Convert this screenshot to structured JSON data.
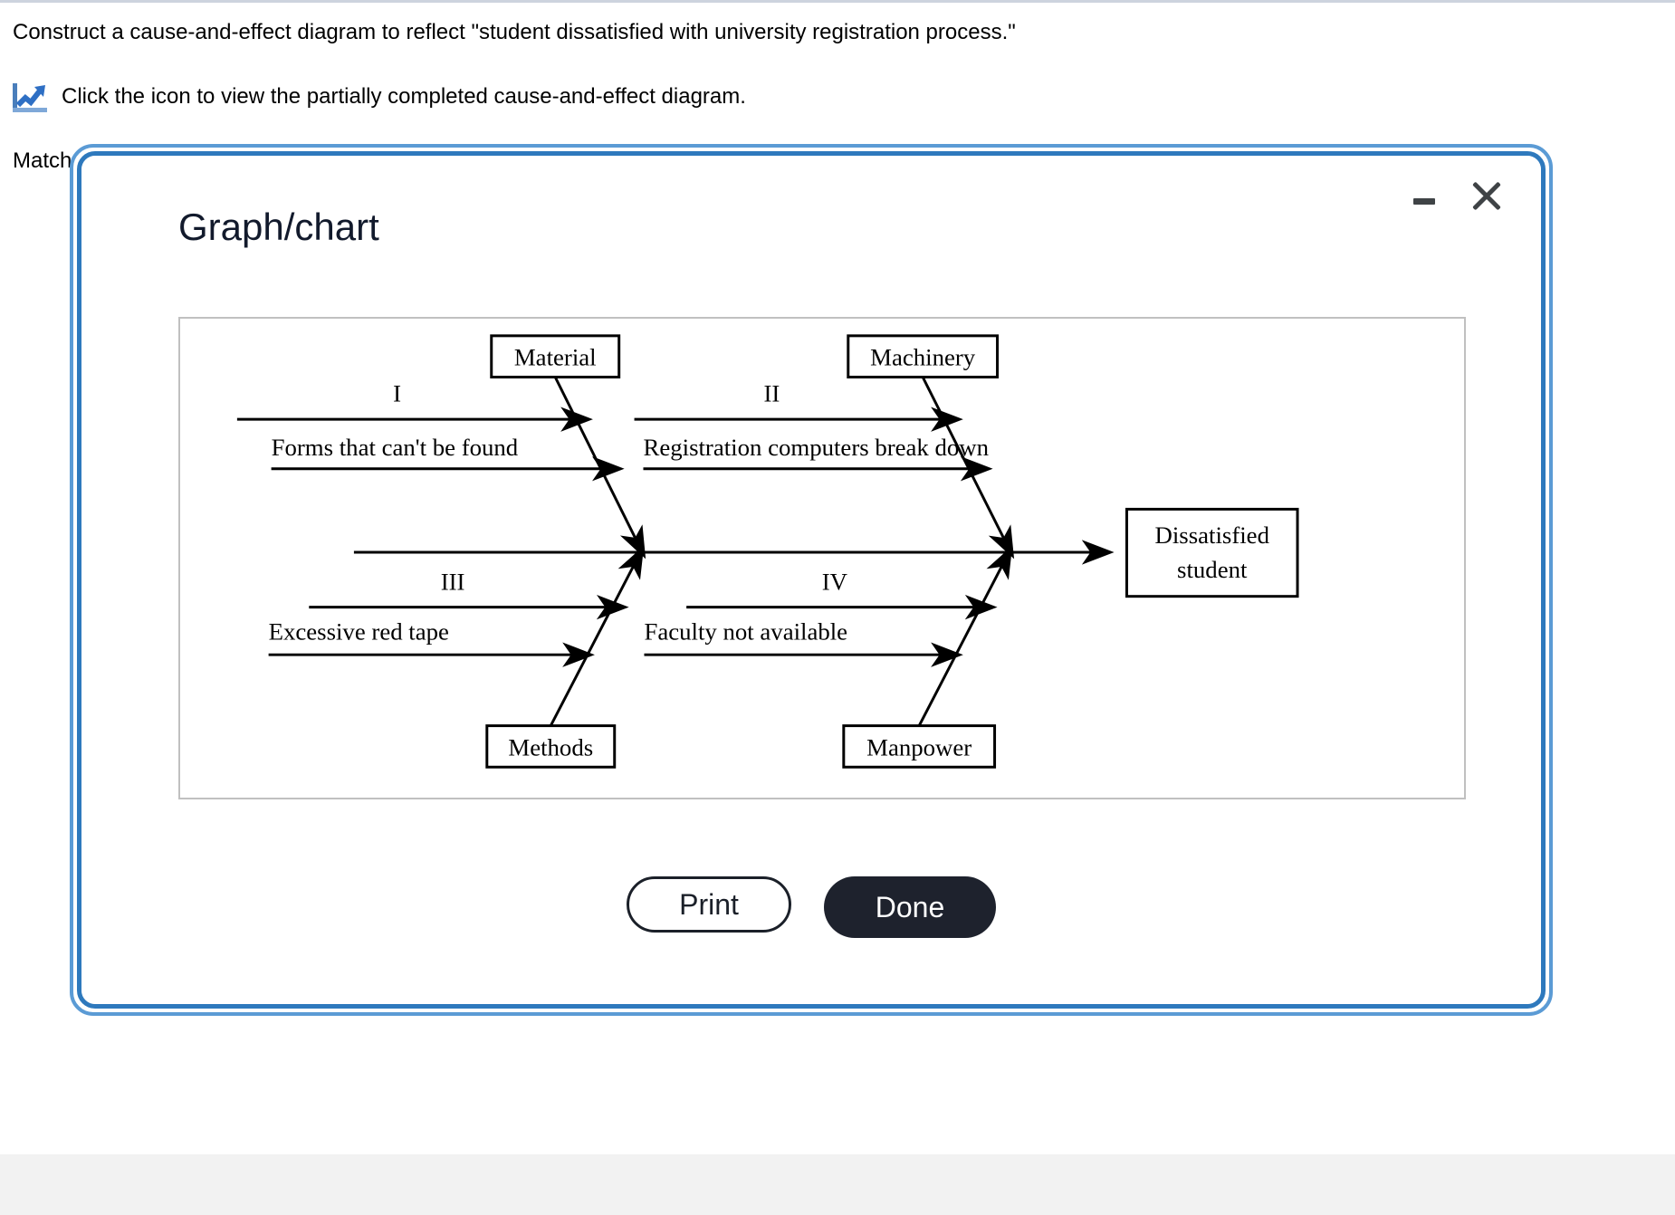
{
  "page": {
    "question_line_1": "Construct a cause-and-effect diagram to reflect \"student dissatisfied with university registration process.\"",
    "icon_caption": "Click the icon to view the partially completed cause-and-effect diagram.",
    "icon_name": "line-chart-icon",
    "match_line": "Match"
  },
  "modal": {
    "title": "Graph/chart",
    "minimize_label": "–",
    "close_label": "×",
    "border_color_outer": "#5b9bd5",
    "border_color_inner": "#2e79bd",
    "buttons": {
      "print_label": "Print",
      "done_label": "Done",
      "done_bg": "#1e222d"
    }
  },
  "chart_data": {
    "type": "diagram",
    "diagram_kind": "fishbone-cause-and-effect",
    "title": "Cause-and-effect diagram: student dissatisfied with university registration process",
    "effect_box": "Dissatisfied student",
    "categories": [
      {
        "id": "material",
        "label": "Material",
        "position": "top-left",
        "quadrant": "I"
      },
      {
        "id": "machinery",
        "label": "Machinery",
        "position": "top-right",
        "quadrant": "II"
      },
      {
        "id": "methods",
        "label": "Methods",
        "position": "bottom-left",
        "quadrant": "III"
      },
      {
        "id": "manpower",
        "label": "Manpower",
        "position": "bottom-right",
        "quadrant": "IV"
      }
    ],
    "branches": [
      {
        "quadrant": "I",
        "category": "Material",
        "bone_label_upper": "I",
        "bone_label_lower": "Forms that can't be found"
      },
      {
        "quadrant": "II",
        "category": "Machinery",
        "bone_label_upper": "II",
        "bone_label_lower": "Registration computers break down"
      },
      {
        "quadrant": "III",
        "category": "Methods",
        "bone_label_upper": "III",
        "bone_label_lower": "Excessive red tape"
      },
      {
        "quadrant": "IV",
        "category": "Manpower",
        "bone_label_upper": "IV",
        "bone_label_lower": "Faculty not available"
      }
    ],
    "labels": {
      "material": "Material",
      "machinery": "Machinery",
      "methods": "Methods",
      "manpower": "Manpower",
      "effect": "Dissatisfied",
      "effect2": "student",
      "rn1": "I",
      "rn2": "II",
      "rn3": "III",
      "rn4": "IV",
      "cause1": "Forms that can't be found",
      "cause2": "Registration computers break down",
      "cause3": "Excessive red tape",
      "cause4": "Faculty not available"
    }
  }
}
